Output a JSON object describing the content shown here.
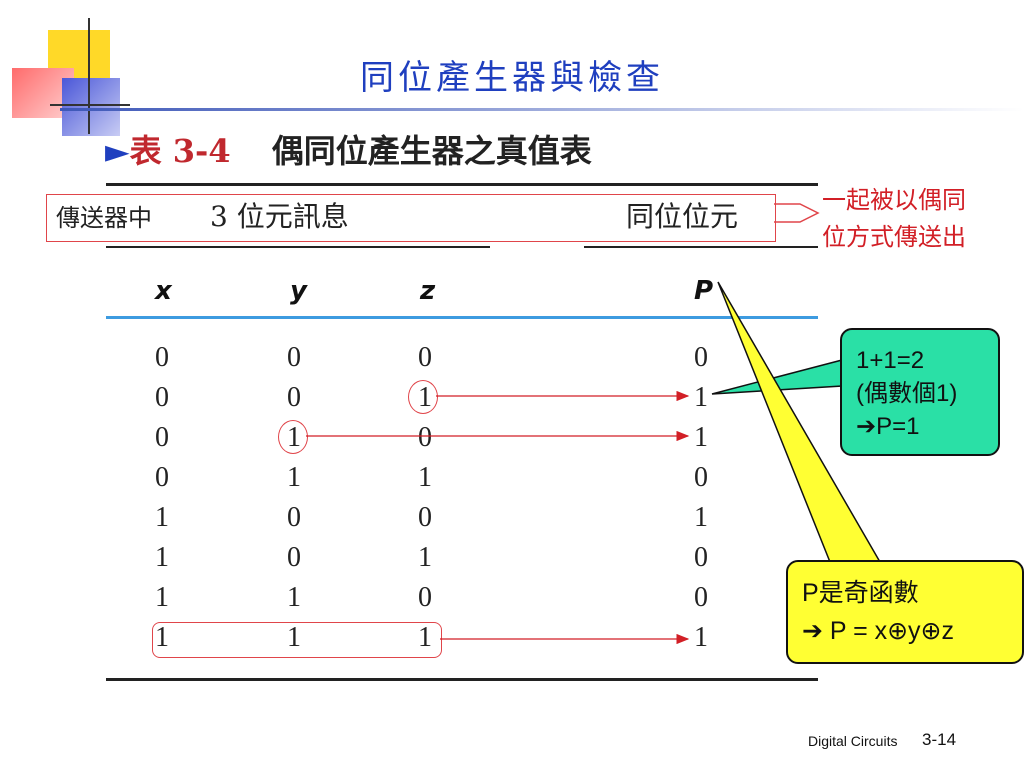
{
  "slide": {
    "title": "同位產生器與檢查",
    "caption": {
      "marker": "►",
      "label": "表",
      "number": "3-4",
      "text": "偶同位產生器之真值表"
    },
    "header_left_box": "傳送器中",
    "header_left_rest": "3 位元訊息",
    "header_right": "同位位元",
    "columns": [
      "x",
      "y",
      "z",
      "P"
    ],
    "rows": [
      [
        "0",
        "0",
        "0",
        "0"
      ],
      [
        "0",
        "0",
        "1",
        "1"
      ],
      [
        "0",
        "1",
        "0",
        "1"
      ],
      [
        "0",
        "1",
        "1",
        "0"
      ],
      [
        "1",
        "0",
        "0",
        "1"
      ],
      [
        "1",
        "0",
        "1",
        "0"
      ],
      [
        "1",
        "1",
        "0",
        "0"
      ],
      [
        "1",
        "1",
        "1",
        "1"
      ]
    ],
    "callout_red": {
      "line1": "一起被以偶同",
      "line2": "位方式傳送出"
    },
    "callout_green": {
      "line1": "1+1=2",
      "line2": "(偶數個1)",
      "arrow": "➔",
      "line3": "P=1"
    },
    "callout_yellow": {
      "line1": "P是奇函數",
      "arrow": "➔",
      "line2": " P = x⊕y⊕z"
    },
    "footer": {
      "course": "Digital Circuits",
      "page": "3-14"
    },
    "colors": {
      "title": "#1f3fbf",
      "accent_red": "#d21f26",
      "callout_green": "#2ae0a6",
      "callout_yellow": "#ffff33",
      "table_rule": "#3d9be0"
    }
  }
}
